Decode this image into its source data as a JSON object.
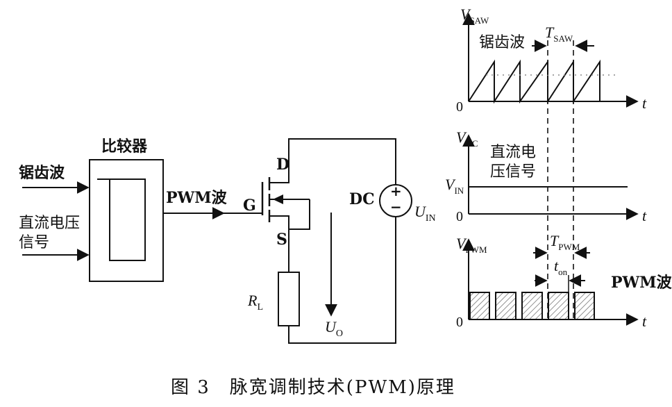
{
  "comparator": {
    "title": "比较器"
  },
  "inputs": {
    "saw_label": "锯齿波",
    "dc_line1": "直流电压",
    "dc_line2": "信号"
  },
  "output": {
    "pwm_label": "PWM波"
  },
  "mosfet": {
    "drain": "D",
    "gate": "G",
    "source": "S"
  },
  "source": {
    "label": "DC",
    "plus": "+",
    "minus": "−",
    "u_main": "U",
    "u_sub": "IN"
  },
  "load": {
    "r_main": "R",
    "r_sub": "L",
    "uo_main": "U",
    "uo_sub": "O"
  },
  "waveforms": {
    "saw": {
      "v_main": "V",
      "v_sub": "SAW",
      "name": "锯齿波",
      "t_main": "T",
      "t_sub": "SAW",
      "zero": "0",
      "t_axis": "t"
    },
    "dc": {
      "v_main": "V",
      "v_sub": "DC",
      "name_line1": "直流电",
      "name_line2": "压信号",
      "vin_main": "V",
      "vin_sub": "IN",
      "zero": "0",
      "t_axis": "t"
    },
    "pwm": {
      "v_main": "V",
      "v_sub": "PWM",
      "t_main": "T",
      "t_sub": "PWM",
      "ton_main": "t",
      "ton_sub": "on",
      "name": "PWM波",
      "zero": "0",
      "t_axis": "t"
    }
  },
  "caption": "图 3　脉宽调制技术(PWM)原理"
}
